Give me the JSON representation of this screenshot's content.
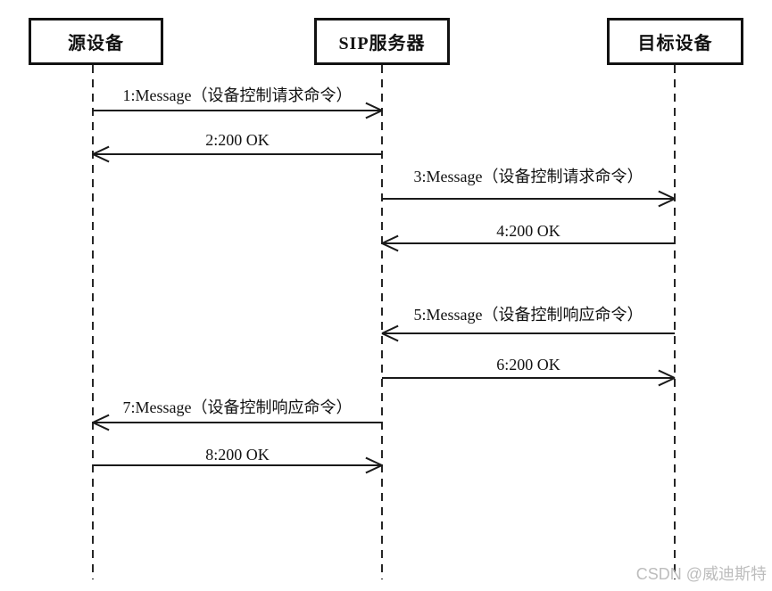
{
  "diagram": {
    "type": "sequence-diagram",
    "topic": "SIP device control message flow",
    "actors": [
      {
        "id": "source",
        "label": "源设备"
      },
      {
        "id": "sip-server",
        "label": "SIP服务器"
      },
      {
        "id": "target",
        "label": "目标设备"
      }
    ],
    "messages": [
      {
        "seq": 1,
        "label": "1:Message（设备控制请求命令）",
        "from": "源设备",
        "to": "SIP服务器",
        "direction": "right"
      },
      {
        "seq": 2,
        "label": "2:200 OK",
        "from": "SIP服务器",
        "to": "源设备",
        "direction": "left"
      },
      {
        "seq": 3,
        "label": "3:Message（设备控制请求命令）",
        "from": "SIP服务器",
        "to": "目标设备",
        "direction": "right"
      },
      {
        "seq": 4,
        "label": "4:200 OK",
        "from": "目标设备",
        "to": "SIP服务器",
        "direction": "left"
      },
      {
        "seq": 5,
        "label": "5:Message（设备控制响应命令）",
        "from": "目标设备",
        "to": "SIP服务器",
        "direction": "left"
      },
      {
        "seq": 6,
        "label": "6:200 OK",
        "from": "SIP服务器",
        "to": "目标设备",
        "direction": "right"
      },
      {
        "seq": 7,
        "label": "7:Message（设备控制响应命令）",
        "from": "SIP服务器",
        "to": "源设备",
        "direction": "left"
      },
      {
        "seq": 8,
        "label": "8:200 OK",
        "from": "源设备",
        "to": "SIP服务器",
        "direction": "right"
      }
    ]
  },
  "watermark": {
    "text": "CSDN @威迪斯特",
    "color": "#bdbdbd"
  },
  "colors": {
    "background": "#ffffff",
    "line": "#1a1a1a",
    "box_border": "#121212",
    "text": "#121212"
  }
}
